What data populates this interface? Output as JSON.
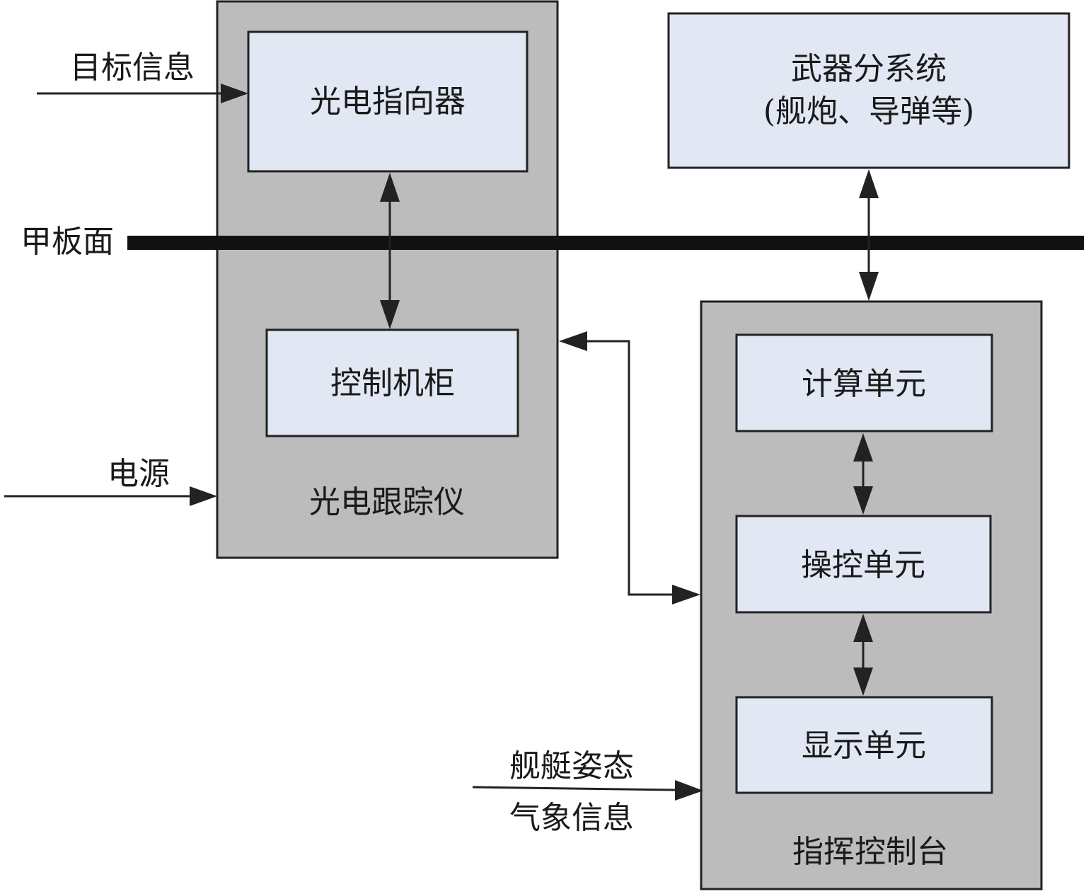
{
  "inputs": {
    "target_info": "目标信息",
    "power": "电源",
    "ship_attitude": "舰艇姿态",
    "weather_info": "气象信息"
  },
  "deck": {
    "label": "甲板面"
  },
  "tracker": {
    "label": "光电跟踪仪",
    "director": "光电指向器",
    "cabinet": "控制机柜"
  },
  "weapon": {
    "line1": "武器分系统",
    "line2": "(舰炮、导弹等)"
  },
  "console": {
    "label": "指挥控制台",
    "compute": "计算单元",
    "operate": "操控单元",
    "display": "显示单元"
  },
  "colors": {
    "outer_fill": "#bcbcbc",
    "inner_fill": "#e1e7f3",
    "stroke": "#222222"
  }
}
